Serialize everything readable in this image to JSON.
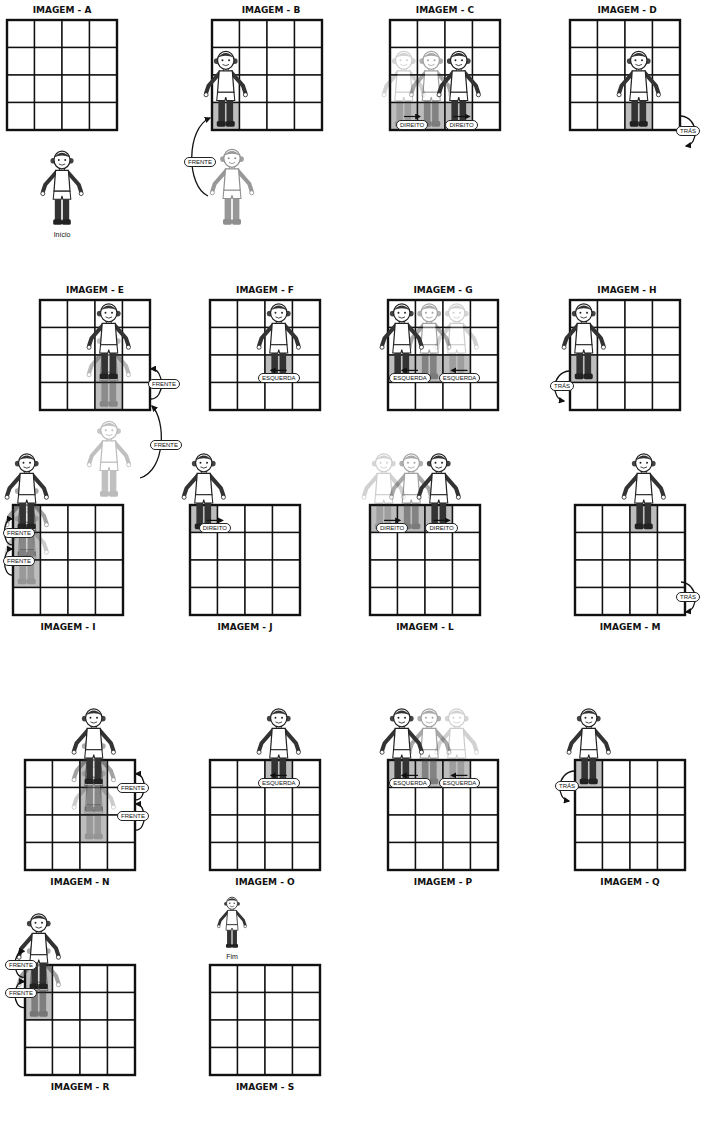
{
  "diagram": {
    "nodes": [
      {
        "text": [
          "FRENTE"
        ]
      },
      {
        "text": [
          "DIREITO"
        ]
      },
      {
        "text": [
          "DIREITO"
        ]
      },
      {
        "text": [
          "TRÁS"
        ]
      },
      {
        "text": [
          "FRENTE"
        ]
      },
      {
        "text": [
          "FRENTE"
        ]
      },
      {
        "text": [
          "ESQUERDA"
        ]
      },
      {
        "text": [
          "ESQUERDA"
        ]
      },
      {
        "text": [
          "ESQUERDA"
        ]
      },
      {
        "text": [
          "TRÁS"
        ]
      },
      {
        "text": [
          "FRENTE"
        ]
      },
      {
        "text": [
          "FRENTE"
        ]
      },
      {
        "text": [
          "DIREITO"
        ]
      },
      {
        "text": [
          "DIREITO"
        ]
      },
      {
        "text": [
          "DIREITO"
        ]
      },
      {
        "text": [
          "TRÁS"
        ]
      },
      {
        "text": [
          "FRENTE"
        ]
      },
      {
        "text": [
          "FRENTE"
        ]
      },
      {
        "text": [
          "ESQUERDA"
        ]
      },
      {
        "text": [
          "ESQUERDA"
        ]
      },
      {
        "text": [
          "ESQUERDA"
        ]
      },
      {
        "text": [
          "TRÁS"
        ]
      },
      {
        "text": [
          "FRENTE"
        ]
      },
      {
        "text": [
          "FRENTE"
        ]
      }
    ],
    "labels": [
      "IMAGEM - A",
      "IMAGEM - B",
      "IMAGEM - C",
      "IMAGEM - D",
      "Início",
      "IMAGEM - E",
      "IMAGEM - F",
      "IMAGEM - G",
      "IMAGEM - H",
      "IMAGEM - I",
      "IMAGEM - J",
      "IMAGEM - L",
      "IMAGEM - M",
      "IMAGEM - N",
      "IMAGEM - O",
      "IMAGEM - P",
      "IMAGEM - Q",
      "Fim",
      "IMAGEM - R",
      "IMAGEM - S"
    ]
  }
}
